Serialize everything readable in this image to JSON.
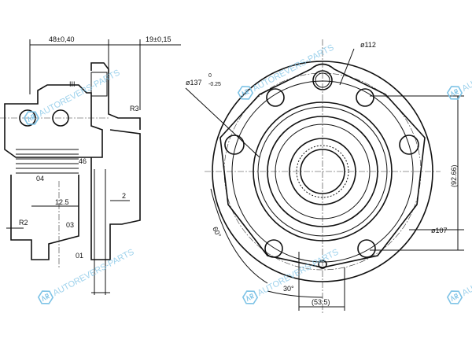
{
  "watermark": "AUTOREVERS-PARTS",
  "side_view": {
    "dim_width": "48±0,40",
    "dim_flange": "19±0,15",
    "detail_label": "III",
    "radius_r3": "R3",
    "label_46": "46",
    "label_04": "04",
    "dim_12_5": "12.5",
    "dim_2": "2",
    "radius_r2": "R2",
    "label_03": "03",
    "label_01": "01"
  },
  "front_view": {
    "dia_112": "ø112",
    "dia_137": "ø137",
    "tol_upper": "0",
    "tol_lower": "-0.25",
    "dim_92_66": "(92.66)",
    "dia_107": "ø107",
    "angle_60": "60°",
    "angle_30": "30°",
    "dim_53_5": "(53.5)"
  }
}
